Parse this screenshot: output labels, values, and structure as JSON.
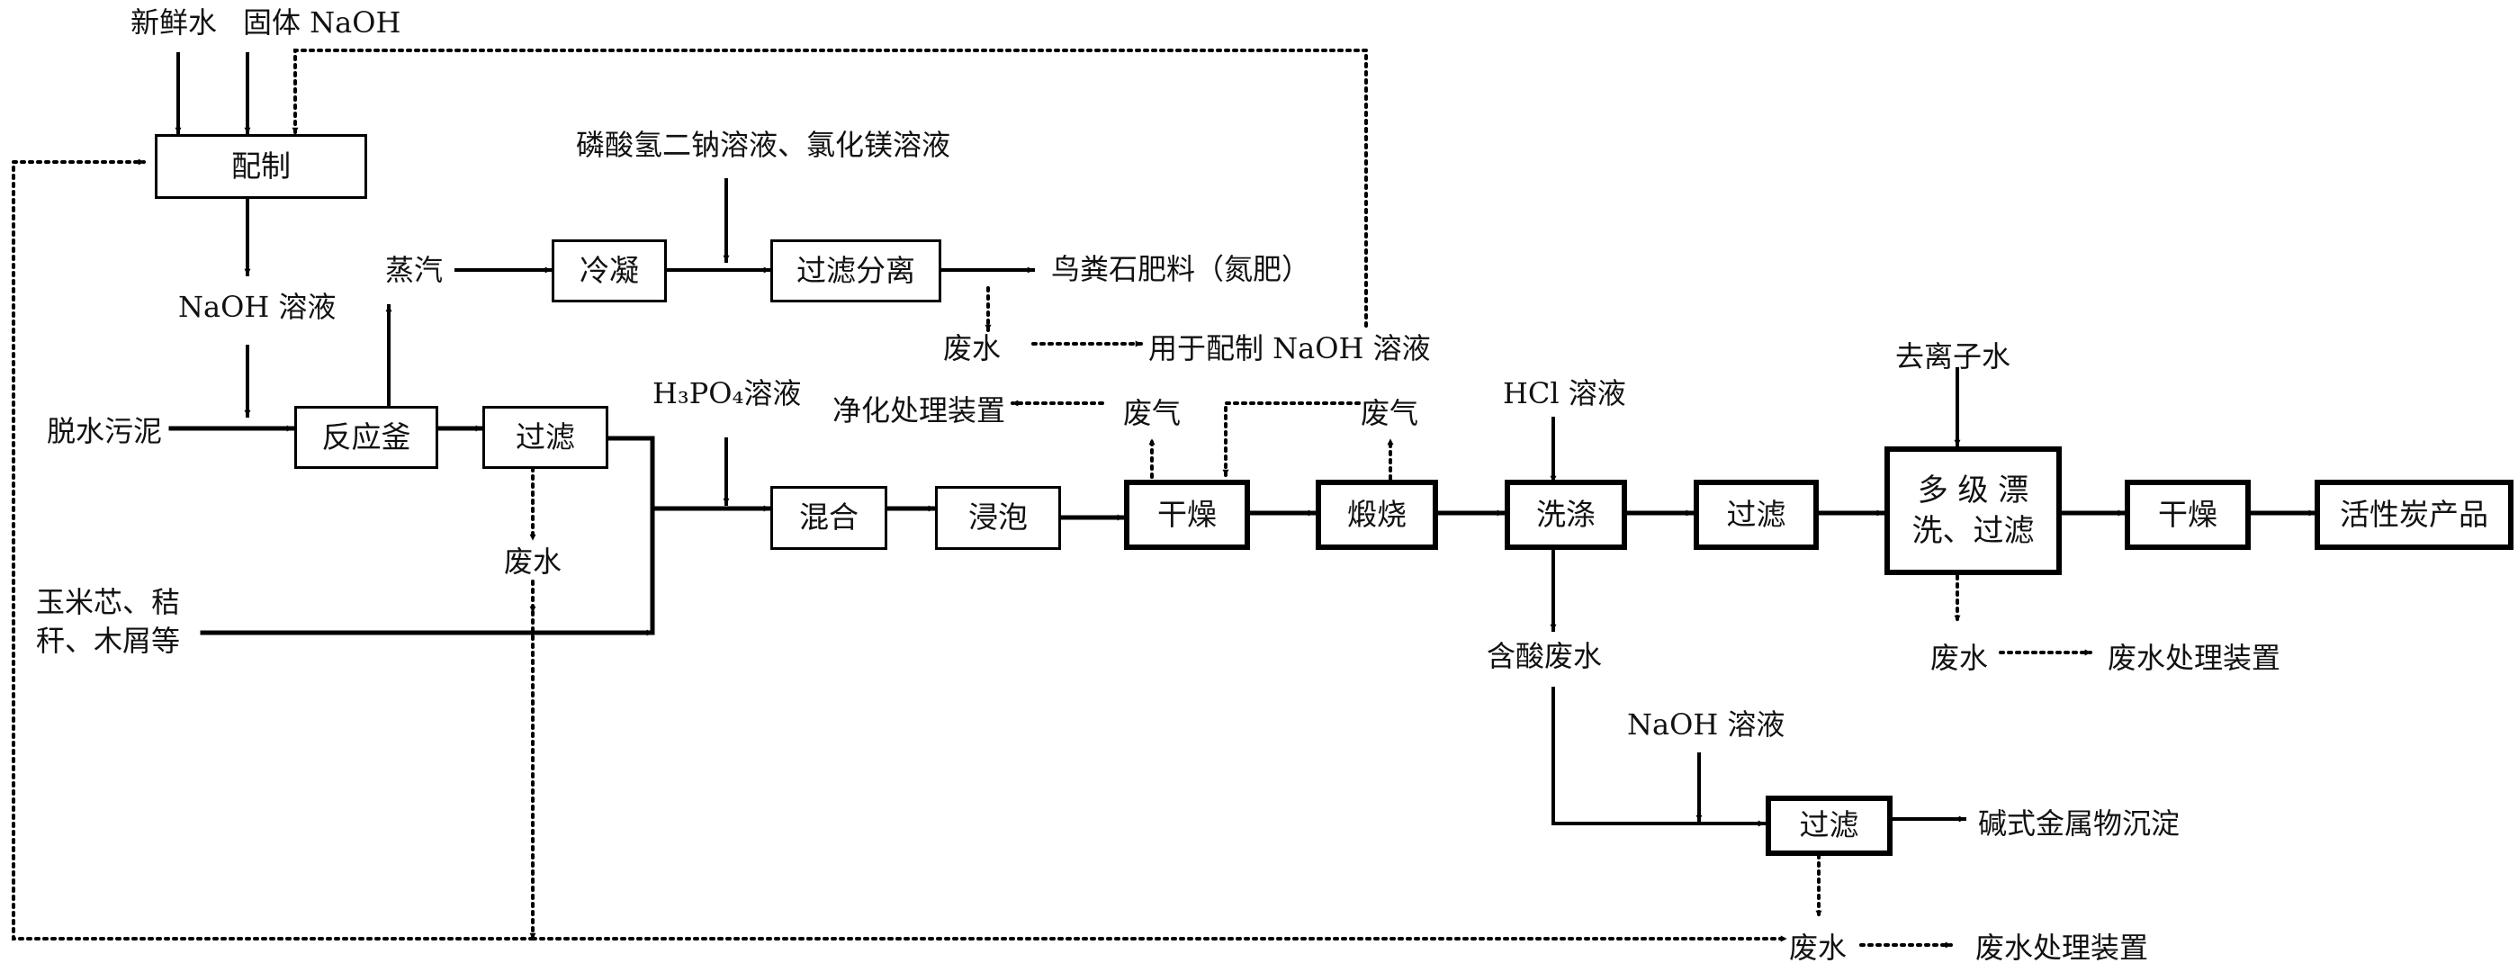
{
  "colors": {
    "line": "#000000",
    "text": "#111111",
    "background": "#ffffff"
  },
  "nodes": [
    {
      "id": "peizhi",
      "label": "配制"
    },
    {
      "id": "lengning",
      "label": "冷凝"
    },
    {
      "id": "guolv_fenli",
      "label": "过滤分离"
    },
    {
      "id": "fanyingfu",
      "label": "反应釜"
    },
    {
      "id": "guolv_1",
      "label": "过滤"
    },
    {
      "id": "hunhe",
      "label": "混合"
    },
    {
      "id": "jinpao",
      "label": "浸泡"
    },
    {
      "id": "ganzao_1",
      "label": "干燥"
    },
    {
      "id": "duanshao",
      "label": "煅烧"
    },
    {
      "id": "xidi",
      "label": "洗涤"
    },
    {
      "id": "guolv_2",
      "label": "过滤"
    },
    {
      "id": "piaoxi",
      "label": "多 级 漂\n洗、过滤"
    },
    {
      "id": "ganzao_2",
      "label": "干燥"
    },
    {
      "id": "product",
      "label": "活性炭产品"
    },
    {
      "id": "guolv_3",
      "label": "过滤"
    }
  ],
  "labels": {
    "fresh_water": "新鲜水",
    "solid_naoh": "固体 NaOH",
    "phosphate_mgcl": "磷酸氢二钠溶液、氯化镁溶液",
    "steam": "蒸汽",
    "struvite": "鸟粪石肥料（氮肥）",
    "naoh_solution_1": "NaOH 溶液",
    "wastewater_1": "废水",
    "reuse_naoh": "用于配制 NaOH 溶液",
    "dewatered_sludge": "脱水污泥",
    "h3po4": "H₃PO₄溶液",
    "purification": "净化处理装置",
    "exhaust_1": "废气",
    "exhaust_2": "废气",
    "hcl": "HCl 溶液",
    "deionized_water": "去离子水",
    "wastewater_2": "废水",
    "biomass": "玉米芯、秸\n秆、木屑等",
    "acid_wastewater": "含酸废水",
    "wastewater_3": "废水",
    "wastewater_treatment_1": "废水处理装置",
    "naoh_solution_2": "NaOH 溶液",
    "metal_precipitate": "碱式金属物沉淀",
    "wastewater_4": "废水",
    "wastewater_treatment_2": "废水处理装置"
  }
}
